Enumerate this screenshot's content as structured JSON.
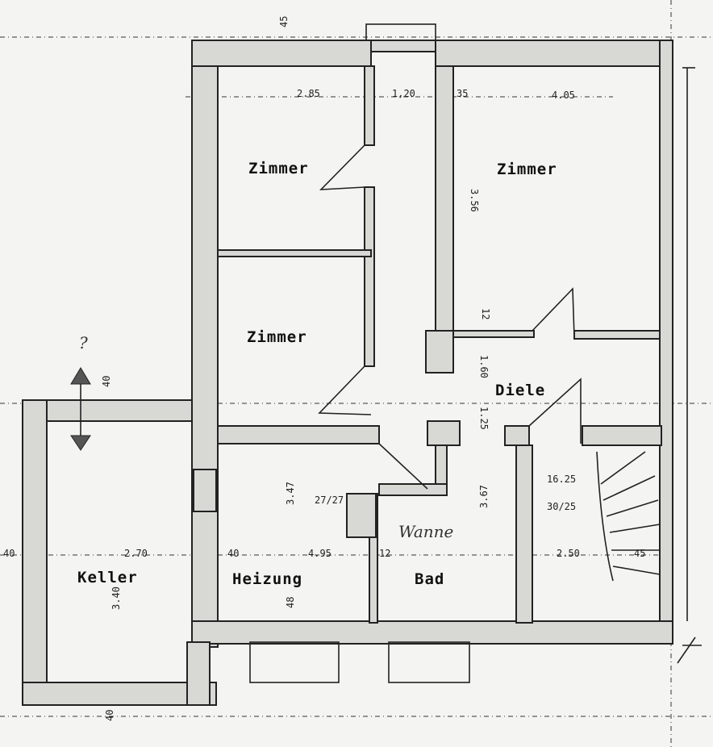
{
  "rooms": {
    "zimmer_top_left": "Zimmer",
    "zimmer_top_right": "Zimmer",
    "zimmer_mid_left": "Zimmer",
    "diele": "Diele",
    "keller": "Keller",
    "heizung": "Heizung",
    "bad": "Bad"
  },
  "dimensions": {
    "d_top_45": "45",
    "d_285": "2.85",
    "d_120": "1,20",
    "d_35": "35",
    "d_405": "4.05",
    "d_356": "3.56",
    "d_12": "12",
    "d_160": "1.60",
    "d_125": "1.25",
    "d_40_left": "40",
    "d_40_keller": "40",
    "d_270": "2.70",
    "d_40_mid": "40",
    "d_495": "4.95",
    "d_12_mid": "12",
    "d_250": "2.50",
    "d_45_right": "45",
    "d_347": "3.47",
    "d_2727": "27/27",
    "d_367": "3.67",
    "d_1625": "16.25",
    "d_3025": "30/25",
    "d_340": "3.40",
    "d_48": "48",
    "d_40_bottom": "40"
  },
  "annotations": {
    "handwriting": "Wanne",
    "question": "?"
  }
}
